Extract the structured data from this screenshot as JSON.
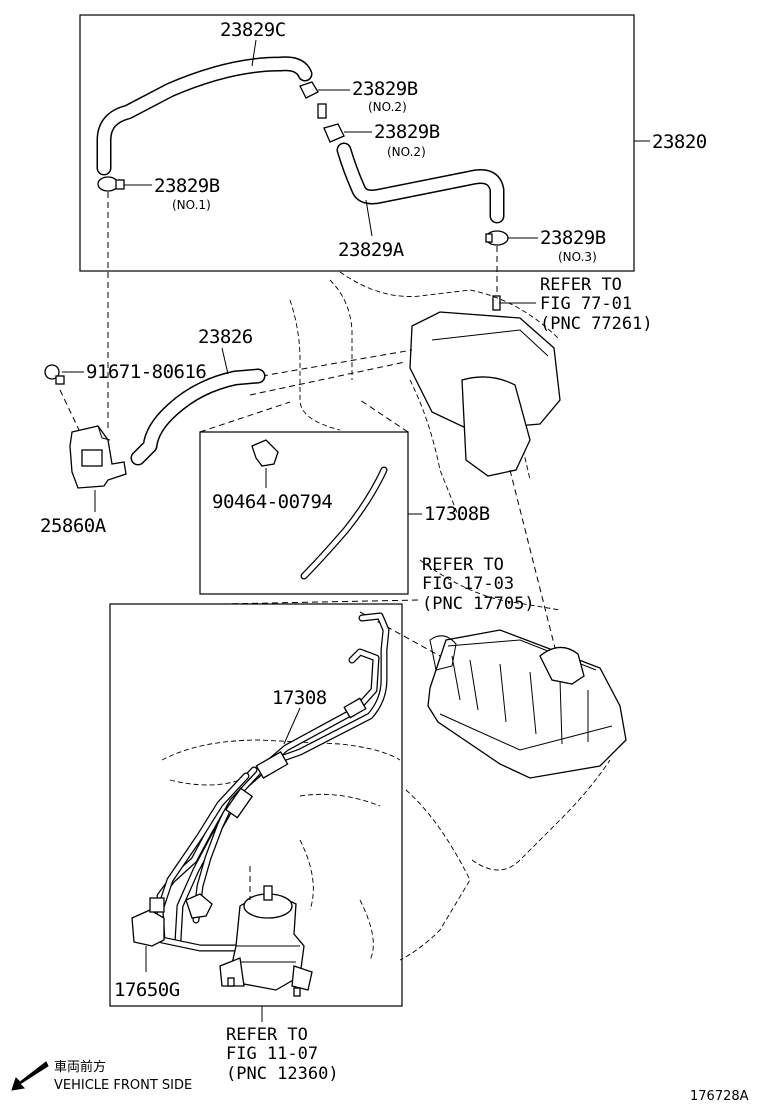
{
  "labels": {
    "p23829C": "23829C",
    "p23829B_a": "23829B",
    "p23829B_a_sub": "(NO.2)",
    "p23829B_b": "23829B",
    "p23829B_b_sub": "(NO.2)",
    "p23829B_c": "23829B",
    "p23829B_c_sub": "(NO.1)",
    "p23829B_d": "23829B",
    "p23829B_d_sub": "(NO.3)",
    "p23829A": "23829A",
    "p23820": "23820",
    "p23826": "23826",
    "p91671": "91671-80616",
    "p25860A": "25860A",
    "p90464": "90464-00794",
    "p17308B": "17308B",
    "p17308": "17308",
    "p17650G": "17650G"
  },
  "refs": {
    "ref_77": [
      "REFER TO",
      "FIG 77-01",
      "(PNC 77261)"
    ],
    "ref_17": [
      "REFER TO",
      "FIG 17-03",
      "(PNC 17705)"
    ],
    "ref_11": [
      "REFER TO",
      "FIG 11-07",
      "(PNC 12360)"
    ]
  },
  "footer": {
    "direction_jp": "車両前方",
    "direction_en": "VEHICLE FRONT SIDE",
    "diagram_id": "176728A"
  }
}
